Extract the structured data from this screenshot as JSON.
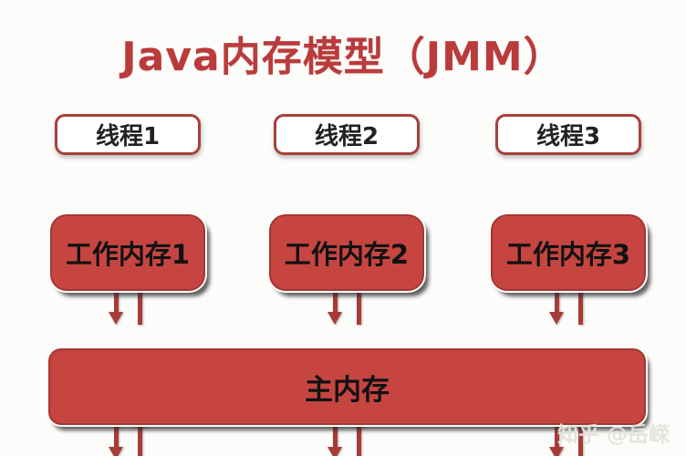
{
  "diagram": {
    "title": "Java内存模型（JMM）",
    "threads": [
      {
        "label": "线程1"
      },
      {
        "label": "线程2"
      },
      {
        "label": "线程3"
      }
    ],
    "work_memories": [
      {
        "label": "工作内存1"
      },
      {
        "label": "工作内存2"
      },
      {
        "label": "工作内存3"
      }
    ],
    "main_memory": {
      "label": "主内存"
    }
  },
  "watermark": {
    "text": "知乎 @岳嵘"
  },
  "colors": {
    "background": "#FCFCFA",
    "title_red": "#B93B3C",
    "box_fill_red": "#C64541",
    "box_border_red": "#A33733",
    "thread_border_red": "#A8403C",
    "arrow_red": "#A63C38",
    "text_black": "#111111"
  }
}
